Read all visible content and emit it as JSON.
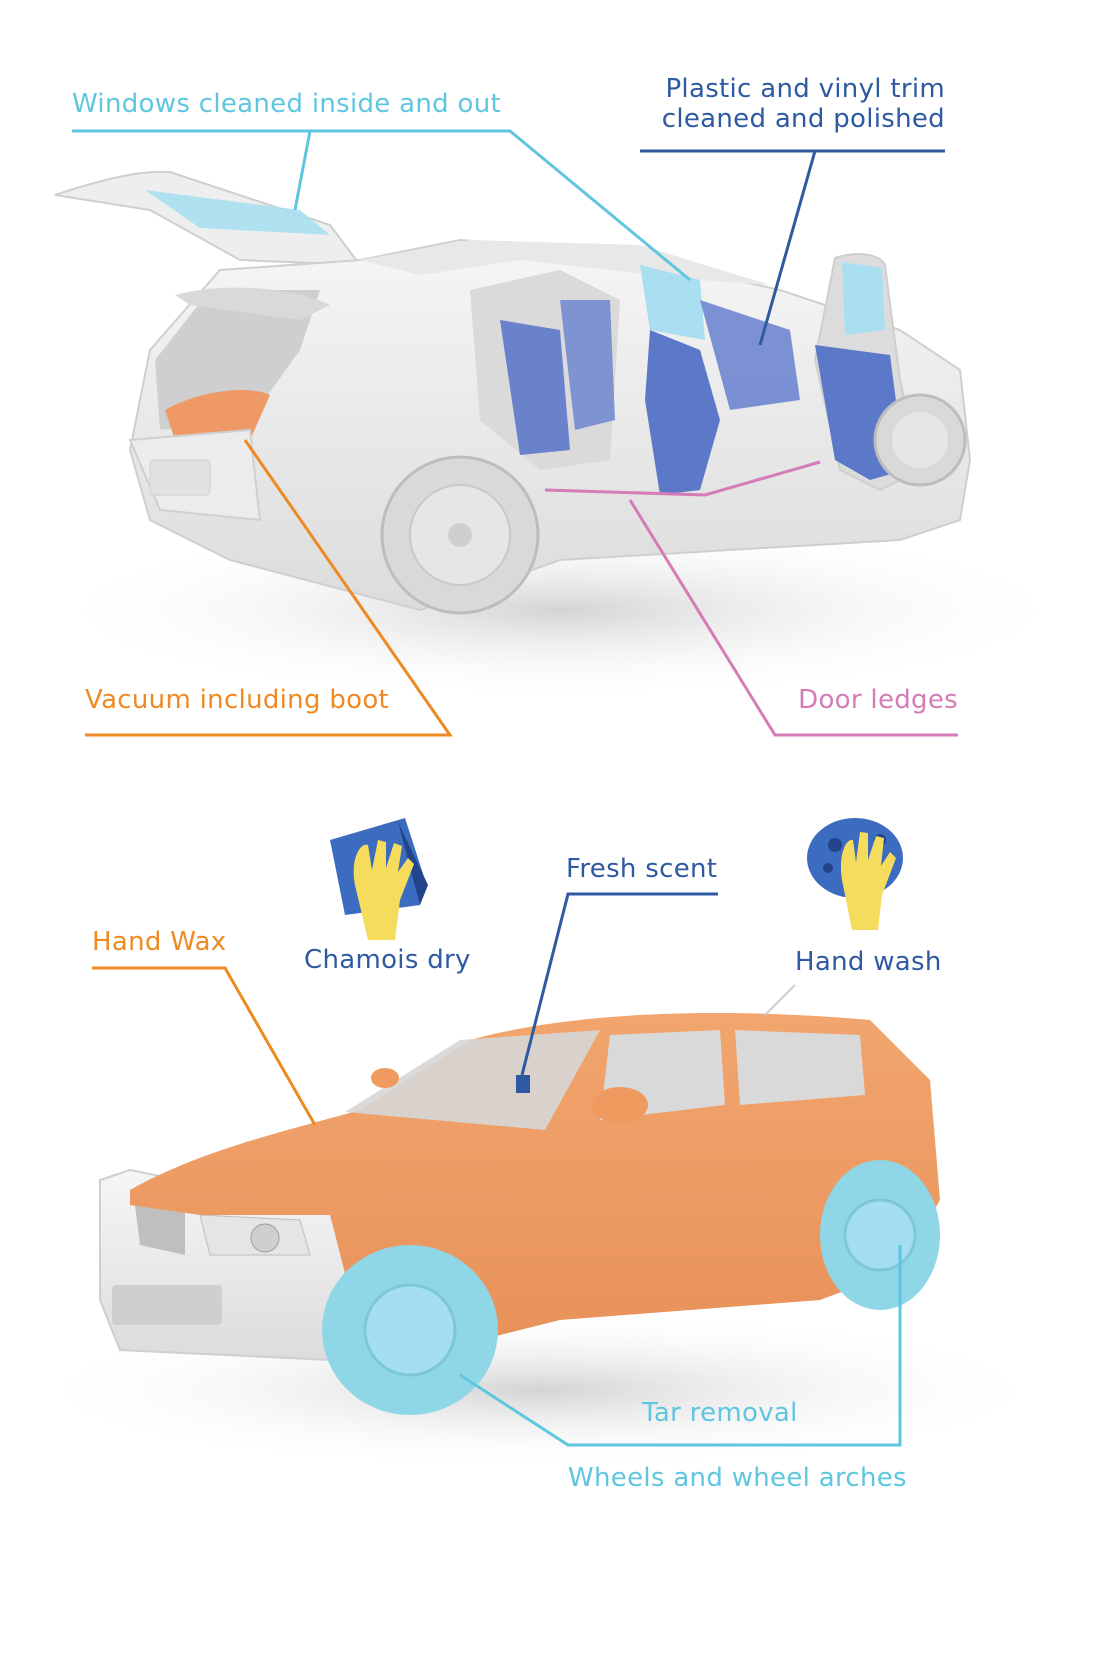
{
  "interior": {
    "windows": "Windows cleaned inside and out",
    "trim_line1": "Plastic and vinyl trim",
    "trim_line2": "cleaned and polished",
    "vacuum": "Vacuum including boot",
    "ledges": "Door ledges"
  },
  "exterior": {
    "hand_wax": "Hand Wax",
    "chamois": "Chamois dry",
    "fresh": "Fresh scent",
    "hand_wash": "Hand wash",
    "tar": "Tar removal",
    "wheels": "Wheels and wheel arches"
  },
  "colors": {
    "cyan": "#5ec6df",
    "navy": "#2f5aa2",
    "orange": "#ef8a23",
    "pink": "#d57cb8",
    "wax_fill": "#efa16a",
    "wheel_fill": "#8fd6e6",
    "trim_fill": "#5c78c9",
    "glove": "#f5dc5c"
  },
  "icons": [
    "chamois-glove-icon",
    "sponge-glove-icon"
  ]
}
